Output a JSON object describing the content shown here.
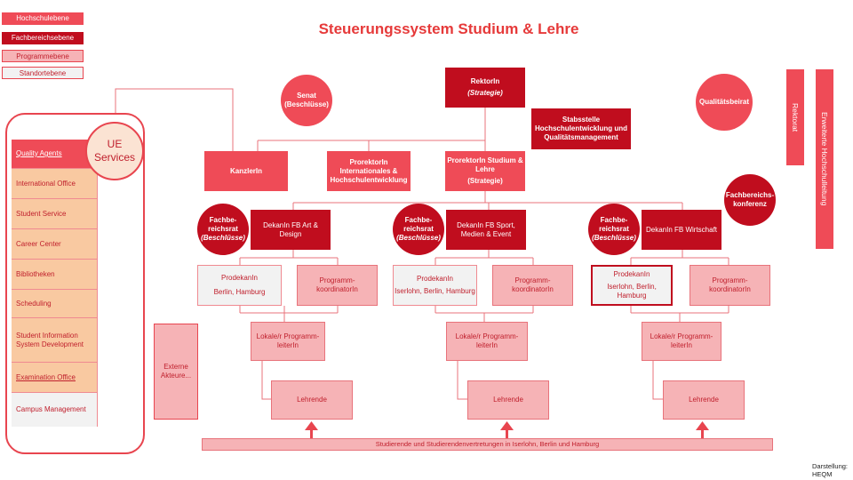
{
  "title": "Steuerungssystem Studium & Lehre",
  "legend": {
    "hochschule": "Hochschulebene",
    "fachbereich": "Fachbereichsebene",
    "programm": "Programmebene",
    "standort": "Standortebene"
  },
  "top": {
    "rektorin_label": "RektorIn",
    "rektorin_sub": "(Strategie)",
    "senat_label": "Senat",
    "senat_sub": "(Beschlüsse)",
    "qualitaetsbeirat": "Qualitätsbeirat",
    "stabsstelle": "Stabsstelle Hochschulentwicklung und Qualitätsmanagement",
    "kanzlerin": "KanzlerIn",
    "prorektorin_int": "ProrektorIn Internationales & Hochschulentwicklung",
    "prorektorin_sl": "ProrektorIn Studium & Lehre",
    "prorektorin_sl_sub": "(Strategie)"
  },
  "side_bars": {
    "rektorat": "Rektorat",
    "erweiterte": "Erweiterte Hochschulleitung"
  },
  "fb_konferenz": "Fachbereichs-konferenz",
  "ue": {
    "services": "UE Services",
    "items": [
      "Quality Agents",
      "International Office",
      "Student Service",
      "Career Center",
      "Bibliotheken",
      "Scheduling",
      "Student Information System Development",
      "Examination Office",
      "Campus Management"
    ]
  },
  "externe": "Externe Akteure...",
  "fachbereichsrat": {
    "label": "Fachbe-reichsrat",
    "sub": "(Beschlüsse)"
  },
  "columns": [
    {
      "dekanin": "DekanIn FB Art & Design",
      "prodekanin_title": "ProdekanIn",
      "prodekanin_loc": "Berlin, Hamburg",
      "programm": "Programm-koordinatorIn",
      "lokale": "Lokale/r Programm-leiterIn",
      "lehrende": "Lehrende"
    },
    {
      "dekanin": "DekanIn FB Sport, Medien & Event",
      "prodekanin_title": "ProdekanIn",
      "prodekanin_loc": "Iserlohn, Berlin, Hamburg",
      "programm": "Programm-koordinatorIn",
      "lokale": "Lokale/r Programm-leiterIn",
      "lehrende": "Lehrende"
    },
    {
      "dekanin": "DekanIn FB Wirtschaft",
      "prodekanin_title": "ProdekanIn",
      "prodekanin_loc": "Iserlohn, Berlin, Hamburg",
      "programm": "Programm-koordinatorIn",
      "lokale": "Lokale/r Programm-leiterIn",
      "lehrende": "Lehrende"
    }
  ],
  "studierende": "Studierende und Studierendenvertretungen in Iserlohn, Berlin und Hamburg",
  "credit": {
    "line1": "Darstellung:",
    "line2": "HEQM"
  },
  "colors": {
    "dark_red": "#c00d1e",
    "mid_red": "#ef4b57",
    "pink": "#f6b3b6",
    "orange": "#f9c9a1",
    "title_red": "#e63a3a"
  }
}
